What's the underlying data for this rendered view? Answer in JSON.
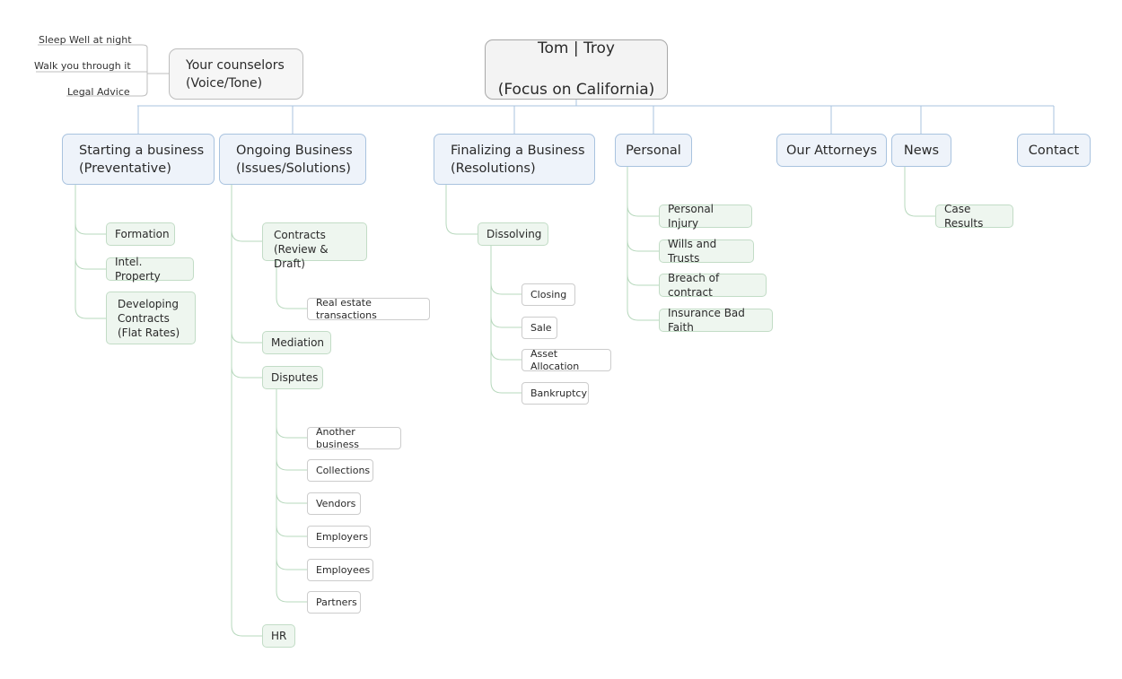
{
  "root": {
    "line1": "Tom | Troy",
    "line2": "(Focus on California)"
  },
  "counselors": {
    "title": "Your counselors\n(Voice/Tone)",
    "notes": [
      "Sleep Well at night",
      "Walk you through it",
      "Legal Advice"
    ]
  },
  "branches": {
    "starting": {
      "title": "Starting a business\n(Preventative)",
      "items": [
        "Formation",
        "Intel. Property",
        "Developing\nContracts\n(Flat Rates)"
      ]
    },
    "ongoing": {
      "title": "Ongoing Business\n(Issues/Solutions)",
      "contracts": {
        "label": "Contracts\n(Review & Draft)",
        "children": [
          "Real estate transactions"
        ]
      },
      "mediation": "Mediation",
      "disputes": {
        "label": "Disputes",
        "children": [
          "Another business",
          "Collections",
          "Vendors",
          "Employers",
          "Employees",
          "Partners"
        ]
      },
      "hr": "HR"
    },
    "finalizing": {
      "title": "Finalizing a Business\n(Resolutions)",
      "dissolving": {
        "label": "Dissolving",
        "children": [
          "Closing",
          "Sale",
          "Asset Allocation",
          "Bankruptcy"
        ]
      }
    },
    "personal": {
      "title": "Personal",
      "items": [
        "Personal Injury",
        "Wills and Trusts",
        "Breach of contract",
        "Insurance Bad Faith"
      ]
    },
    "attorneys": {
      "title": "Our Attorneys"
    },
    "news": {
      "title": "News",
      "items": [
        "Case Results"
      ]
    },
    "contact": {
      "title": "Contact"
    }
  }
}
